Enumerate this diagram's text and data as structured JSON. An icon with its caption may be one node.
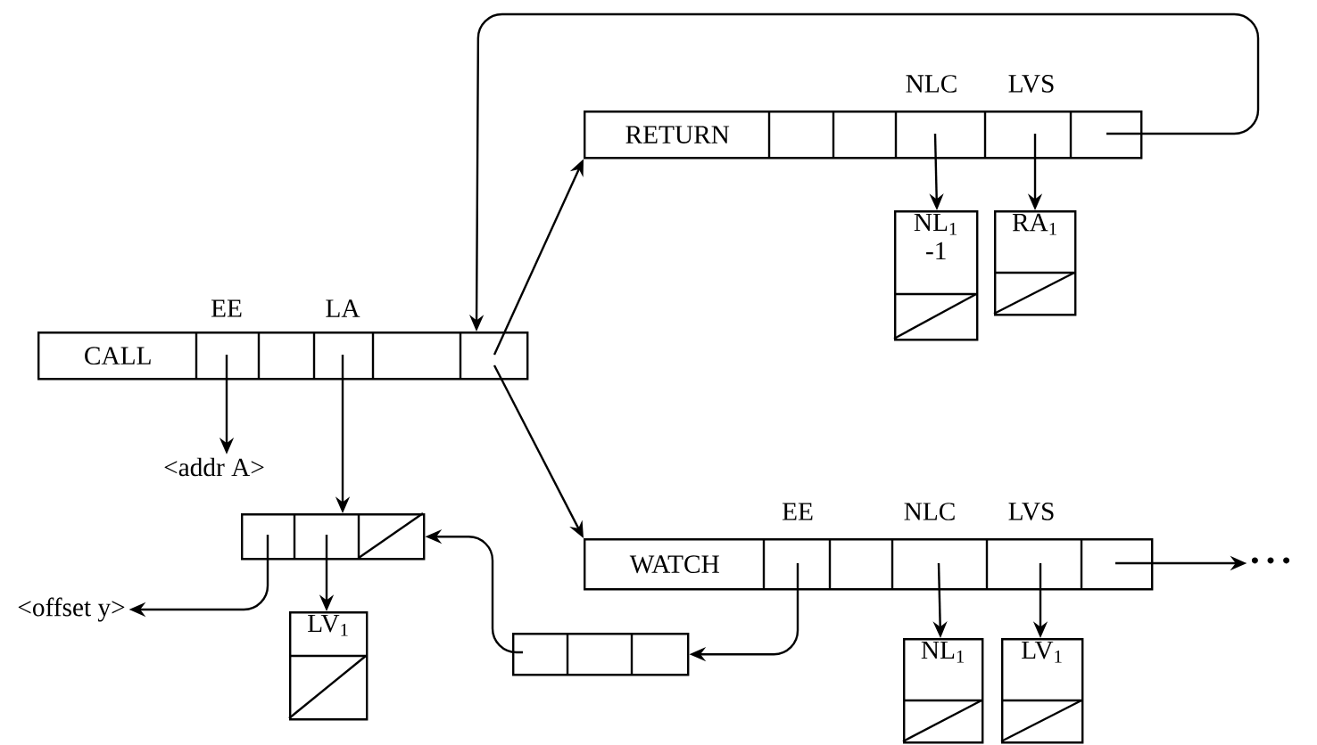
{
  "diagram": {
    "nodes": [
      {
        "text": [
          "CALL"
        ],
        "beside": [
          "EE",
          "LA"
        ]
      },
      {
        "text": [
          "RETURN"
        ],
        "beside": [
          "NLC",
          "LVS"
        ]
      },
      {
        "text": [
          "NL$_{1}$ -1"
        ]
      },
      {
        "text": [
          "RA$_{1}$"
        ]
      },
      {
        "text": [
          "<addr A>"
        ]
      },
      {
        "text": [],
        "shape": "box"
      },
      {
        "text": [
          "<offset y>"
        ]
      },
      {
        "text": [
          "LV$_{1}$"
        ]
      },
      {
        "text": [
          "WATCH"
        ],
        "beside": [
          "EE",
          "NLC",
          "LVS"
        ]
      },
      {
        "text": [],
        "shape": "box"
      },
      {
        "text": [
          "NL$_{1}$"
        ]
      },
      {
        "text": [
          "LV$_{1}$"
        ]
      },
      {
        "text": [
          "• • •"
        ]
      }
    ],
    "edges": [
      {
        "from": 0,
        "to": 1,
        "arrow": "to"
      },
      {
        "from": 0,
        "to": 8,
        "arrow": "to"
      },
      {
        "from": 1,
        "to": 0,
        "arrow": "to"
      },
      {
        "from": 1,
        "to": 2,
        "arrow": "to"
      },
      {
        "from": 1,
        "to": 3,
        "arrow": "to"
      },
      {
        "from": 0,
        "to": 4,
        "arrow": "to"
      },
      {
        "from": 0,
        "to": 5,
        "arrow": "to"
      },
      {
        "from": 5,
        "to": 6,
        "arrow": "to"
      },
      {
        "from": 5,
        "to": 7,
        "arrow": "to"
      },
      {
        "from": 8,
        "to": 9,
        "arrow": "to"
      },
      {
        "from": 9,
        "to": 5,
        "arrow": "to"
      },
      {
        "from": 8,
        "to": 10,
        "arrow": "to"
      },
      {
        "from": 8,
        "to": 11,
        "arrow": "to"
      },
      {
        "from": 8,
        "to": 12,
        "arrow": "to"
      }
    ]
  }
}
